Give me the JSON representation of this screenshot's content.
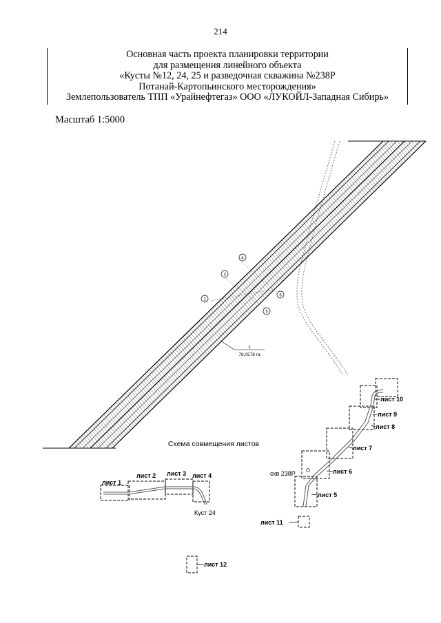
{
  "page_number": "214",
  "header": {
    "lines": [
      "Основная часть проекта планировки территории",
      "для размещения линейного объекта",
      "«Кусты №12, 24, 25  и разведочная скважина №238Р",
      "Потанай-Картопьинского месторождения»",
      "Землепользователь ТПП «Урайнефтегаз» ООО «ЛУКОЙЛ-Западная Сибирь»"
    ]
  },
  "scale": "Масштаб 1:5000",
  "map": {
    "parcel_number": "1",
    "parcel_area": "78,0578 га",
    "points": [
      "2",
      "3",
      "4",
      "5",
      "6"
    ]
  },
  "scheme": {
    "title": "Схема совмещения листов",
    "sheets": {
      "s1": "лист 1",
      "s2": "лист 2",
      "s3": "лист 3",
      "s4": "лист 4",
      "s5": "лист 5",
      "s6": "лист 6",
      "s7": "лист 7",
      "s8": "лист 8",
      "s9": "лист 9",
      "s10": "лист 10",
      "s11": "лист 11",
      "s12": "лист 12"
    },
    "labels": {
      "kust24": "Куст 24",
      "well": "скв 238Р"
    }
  }
}
